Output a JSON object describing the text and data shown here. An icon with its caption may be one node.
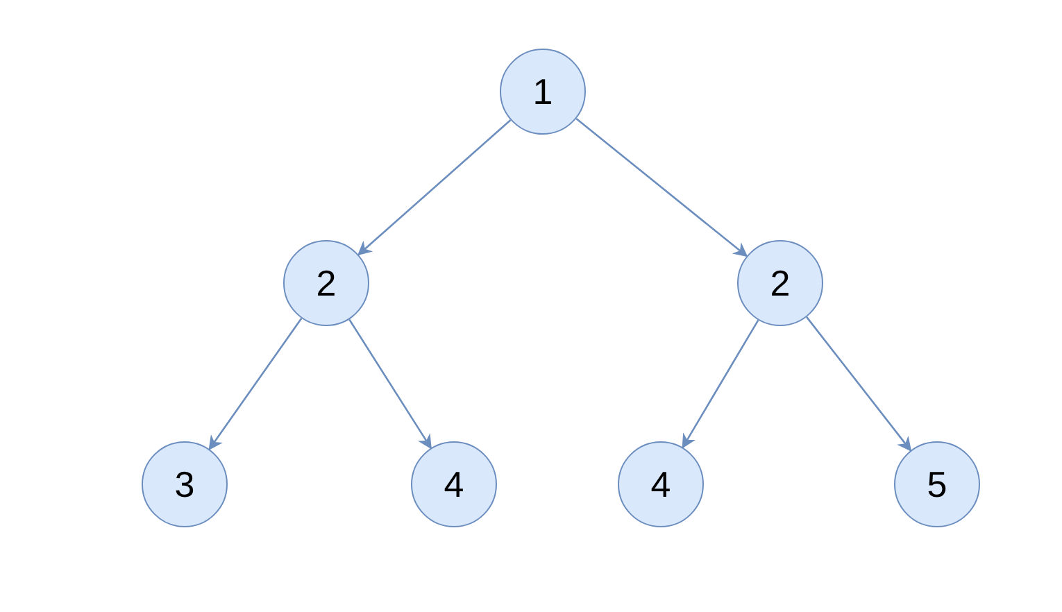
{
  "diagram": {
    "nodes": [
      {
        "text": [
          "1"
        ]
      },
      {
        "text": [
          "2"
        ]
      },
      {
        "text": [
          "2"
        ]
      },
      {
        "text": [
          "3"
        ]
      },
      {
        "text": [
          "4"
        ]
      },
      {
        "text": [
          "4"
        ]
      },
      {
        "text": [
          "5"
        ]
      }
    ],
    "edges": [
      {
        "from": 0,
        "to": 1,
        "arrow": "to"
      },
      {
        "from": 0,
        "to": 2,
        "arrow": "to"
      },
      {
        "from": 1,
        "to": 3,
        "arrow": "to"
      },
      {
        "from": 1,
        "to": 4,
        "arrow": "to"
      },
      {
        "from": 2,
        "to": 5,
        "arrow": "to"
      },
      {
        "from": 2,
        "to": 6,
        "arrow": "to"
      }
    ]
  }
}
